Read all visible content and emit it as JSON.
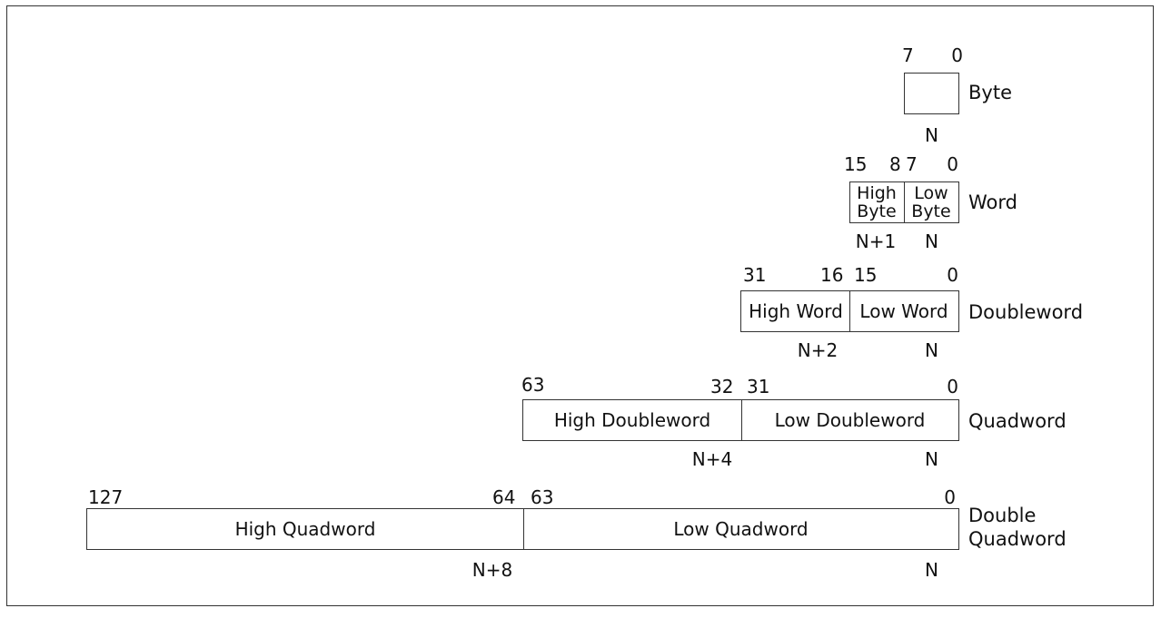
{
  "byte": {
    "bits": {
      "high": "7",
      "low": "0"
    },
    "label": "Byte",
    "address": "N"
  },
  "word": {
    "bits": {
      "b15": "15",
      "b8": "8",
      "b7": "7",
      "b0": "0"
    },
    "cells": {
      "high_l1": "High",
      "high_l2": "Byte",
      "low_l1": "Low",
      "low_l2": "Byte"
    },
    "label": "Word",
    "addresses": {
      "high": "N+1",
      "low": "N"
    }
  },
  "doubleword": {
    "bits": {
      "b31": "31",
      "b16": "16",
      "b15": "15",
      "b0": "0"
    },
    "cells": {
      "high": "High Word",
      "low": "Low Word"
    },
    "label": "Doubleword",
    "addresses": {
      "high": "N+2",
      "low": "N"
    }
  },
  "quadword": {
    "bits": {
      "b63": "63",
      "b32": "32",
      "b31": "31",
      "b0": "0"
    },
    "cells": {
      "high": "High Doubleword",
      "low": "Low Doubleword"
    },
    "label": "Quadword",
    "addresses": {
      "high": "N+4",
      "low": "N"
    }
  },
  "double_quadword": {
    "bits": {
      "b127": "127",
      "b64": "64",
      "b63": "63",
      "b0": "0"
    },
    "cells": {
      "high": "High Quadword",
      "low": "Low Quadword"
    },
    "label_l1": "Double",
    "label_l2": "Quadword",
    "addresses": {
      "high": "N+8",
      "low": "N"
    }
  }
}
